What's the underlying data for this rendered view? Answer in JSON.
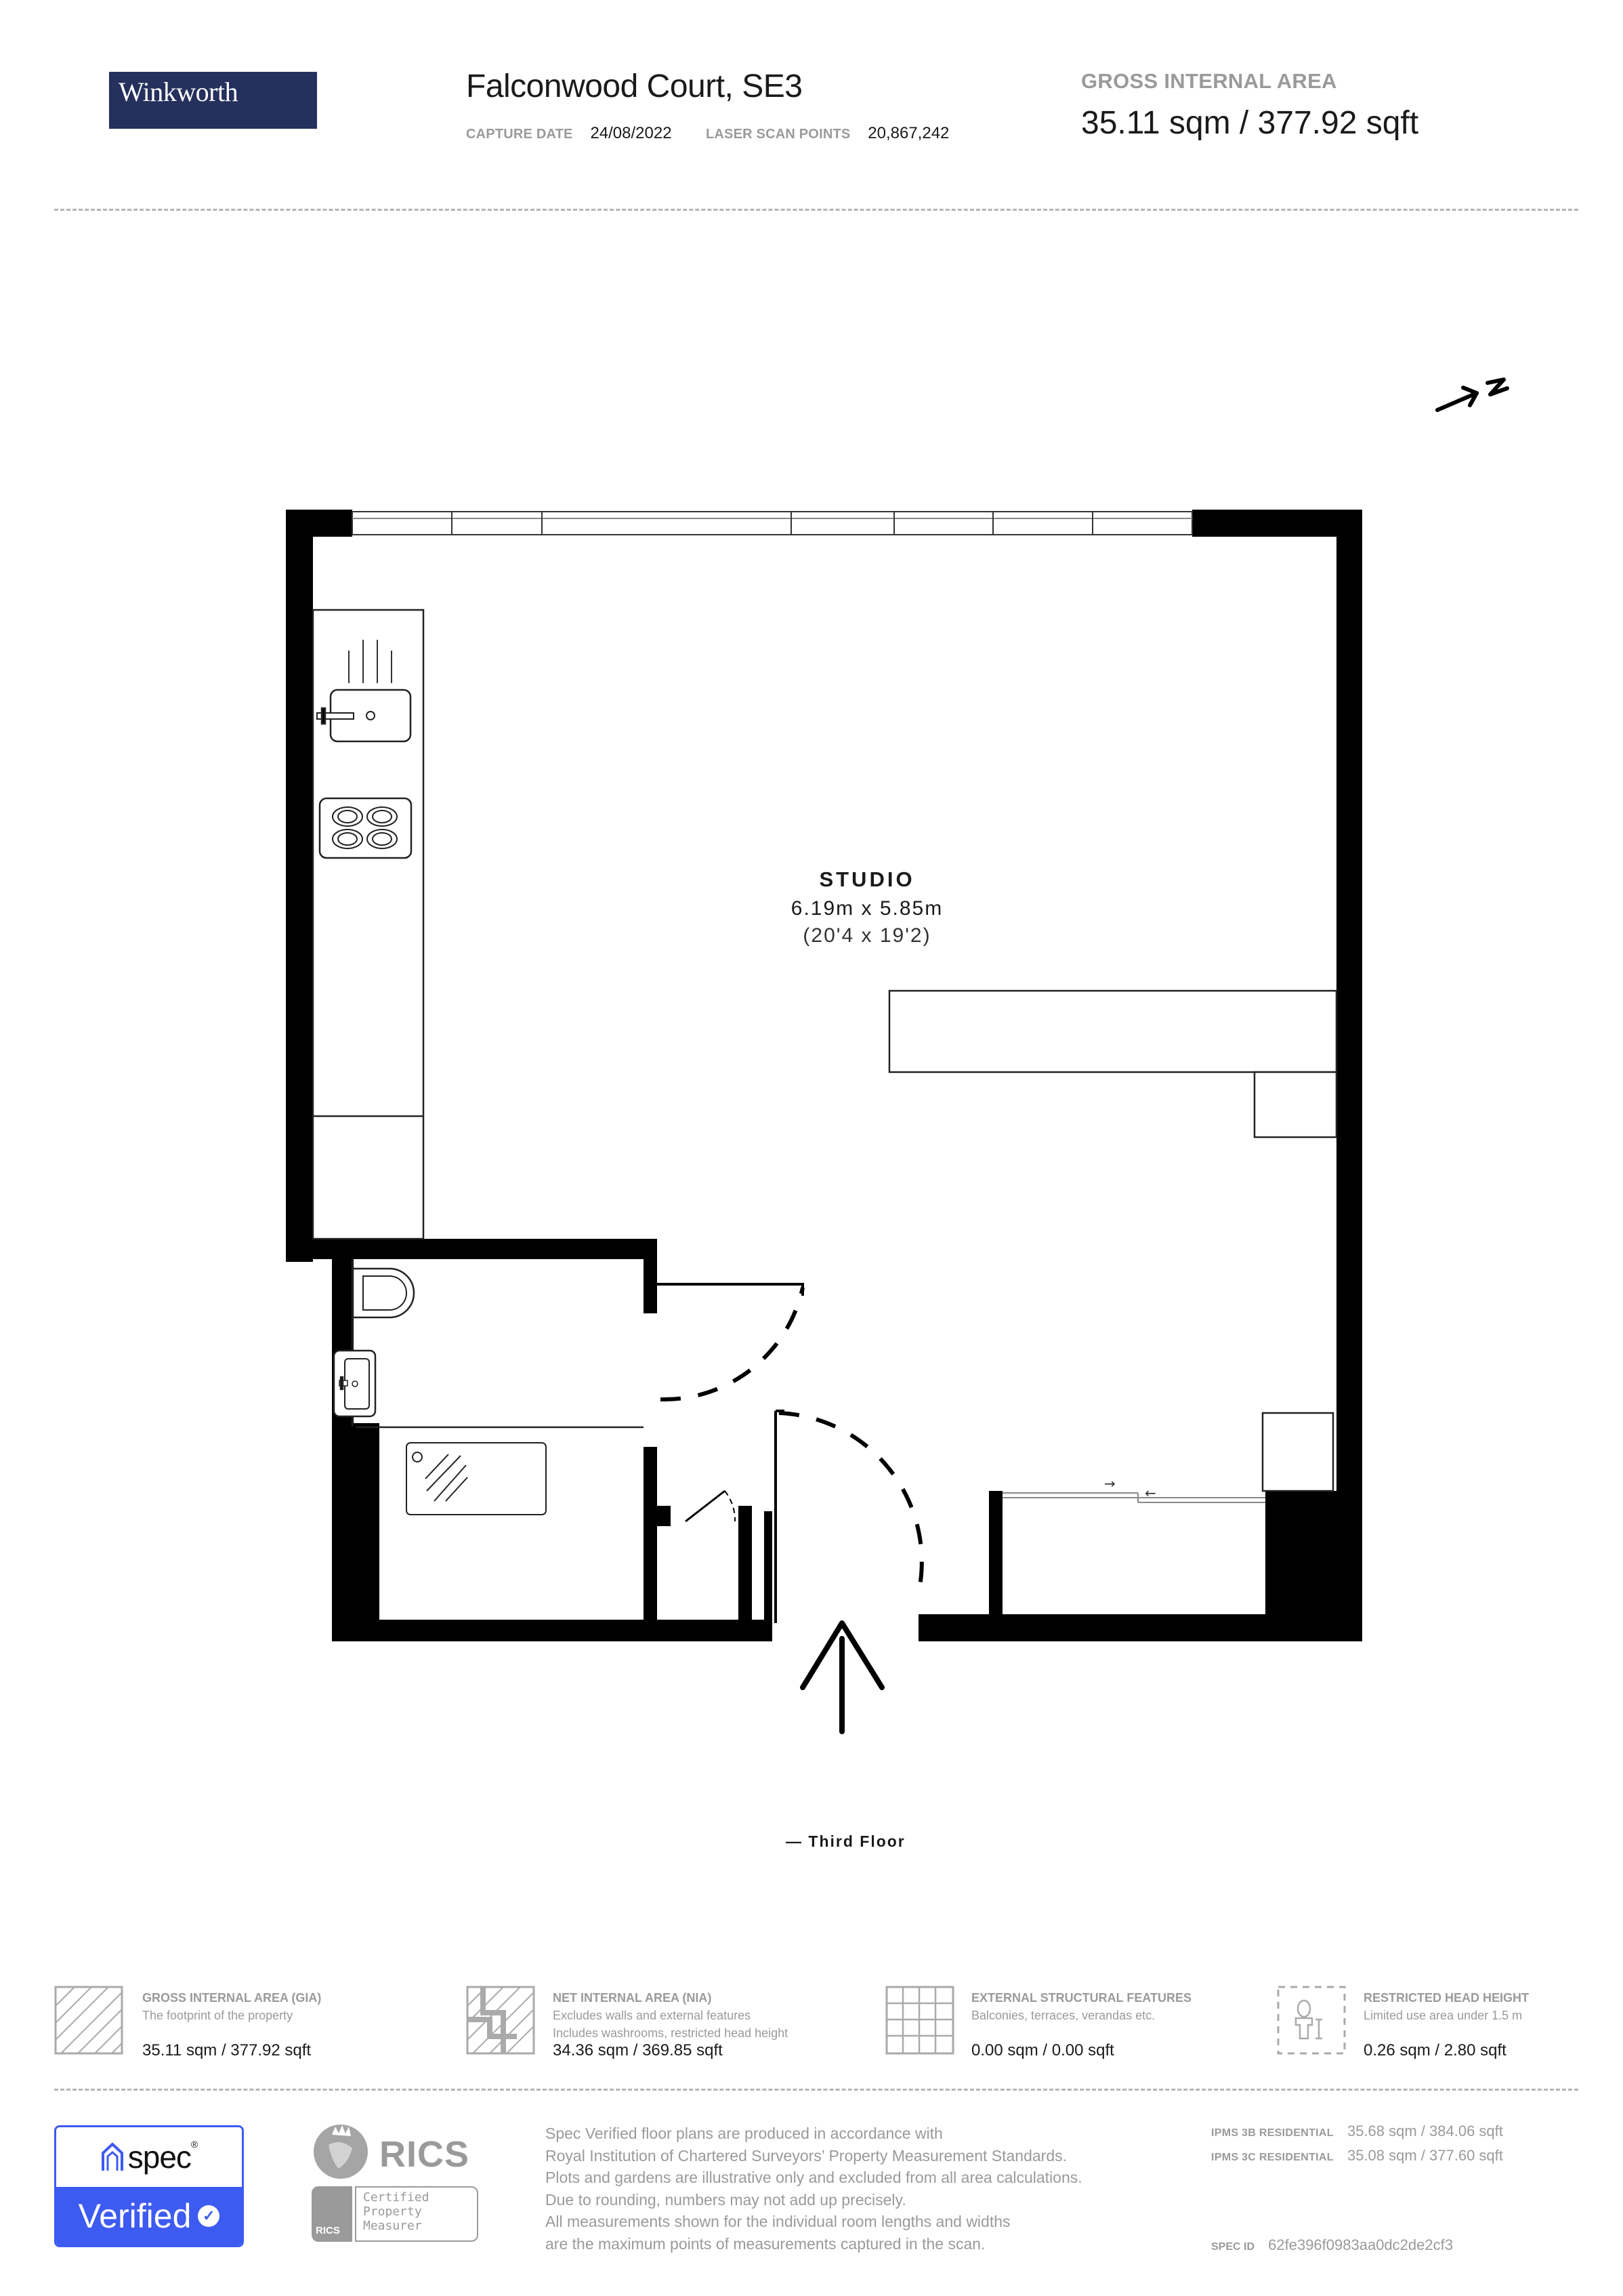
{
  "header": {
    "logo_text": "Winkworth",
    "logo_bg": "#25305d",
    "property_title": "Falconwood Court, SE3",
    "capture_date_label": "CAPTURE DATE",
    "capture_date": "24/08/2022",
    "laser_scan_label": "LASER SCAN POINTS",
    "laser_scan_points": "20,867,242",
    "gia_label": "GROSS INTERNAL AREA",
    "gia_value": "35.11 sqm / 377.92 sqft"
  },
  "plan": {
    "compass_icon": "north-arrow-icon",
    "compass_letter": "N",
    "room": {
      "name": "STUDIO",
      "dimensions_metric": "6.19m x 5.85m",
      "dimensions_imperial": "(20'4 x 19'2)"
    },
    "entrance_icon": "entrance-arrow-icon",
    "floor_label": "— Third Floor",
    "sliding_door_arrows": [
      "→",
      "←"
    ]
  },
  "legend": [
    {
      "icon": "gia-hatch-icon",
      "title": "GROSS INTERNAL AREA (GIA)",
      "desc": [
        "The footprint of the property"
      ],
      "value": "35.11 sqm / 377.92 sqft"
    },
    {
      "icon": "nia-hatch-icon",
      "title": "NET INTERNAL AREA (NIA)",
      "desc": [
        "Excludes walls and external features",
        "Includes washrooms, restricted head height"
      ],
      "value": "34.36 sqm / 369.85 sqft"
    },
    {
      "icon": "external-grid-icon",
      "title": "EXTERNAL STRUCTURAL FEATURES",
      "desc": [
        "Balconies, terraces, verandas etc."
      ],
      "value": "0.00 sqm / 0.00 sqft"
    },
    {
      "icon": "restricted-height-person-icon",
      "title": "RESTRICTED HEAD HEIGHT",
      "desc": [
        "Limited use area under 1.5 m"
      ],
      "value": "0.26 sqm / 2.80 sqft"
    }
  ],
  "footer": {
    "spec_word": "spec",
    "spec_reg": "®",
    "spec_verified": "Verified",
    "spec_color": "#3d5af1",
    "rics_word": "RICS",
    "rics_small": "RICS",
    "rics_cert_lines": [
      "Certified",
      "Property",
      "Measurer"
    ],
    "disclaimer_lines": [
      "Spec Verified floor plans are produced in accordance with",
      "Royal Institution of Chartered Surveyors’ Property Measurement Standards.",
      "Plots and gardens are illustrative only and excluded from all area calculations.",
      "Due to rounding, numbers may not add up precisely.",
      "All measurements shown for the individual room lengths and widths",
      "are the maximum points of measurements captured in the scan."
    ],
    "ipms": [
      {
        "label": "IPMS 3B RESIDENTIAL",
        "value": "35.68 sqm / 384.06 sqft"
      },
      {
        "label": "IPMS 3C RESIDENTIAL",
        "value": "35.08 sqm / 377.60 sqft"
      }
    ],
    "spec_id_label": "SPEC ID",
    "spec_id": "62fe396f0983aa0dc2de2cf3"
  }
}
